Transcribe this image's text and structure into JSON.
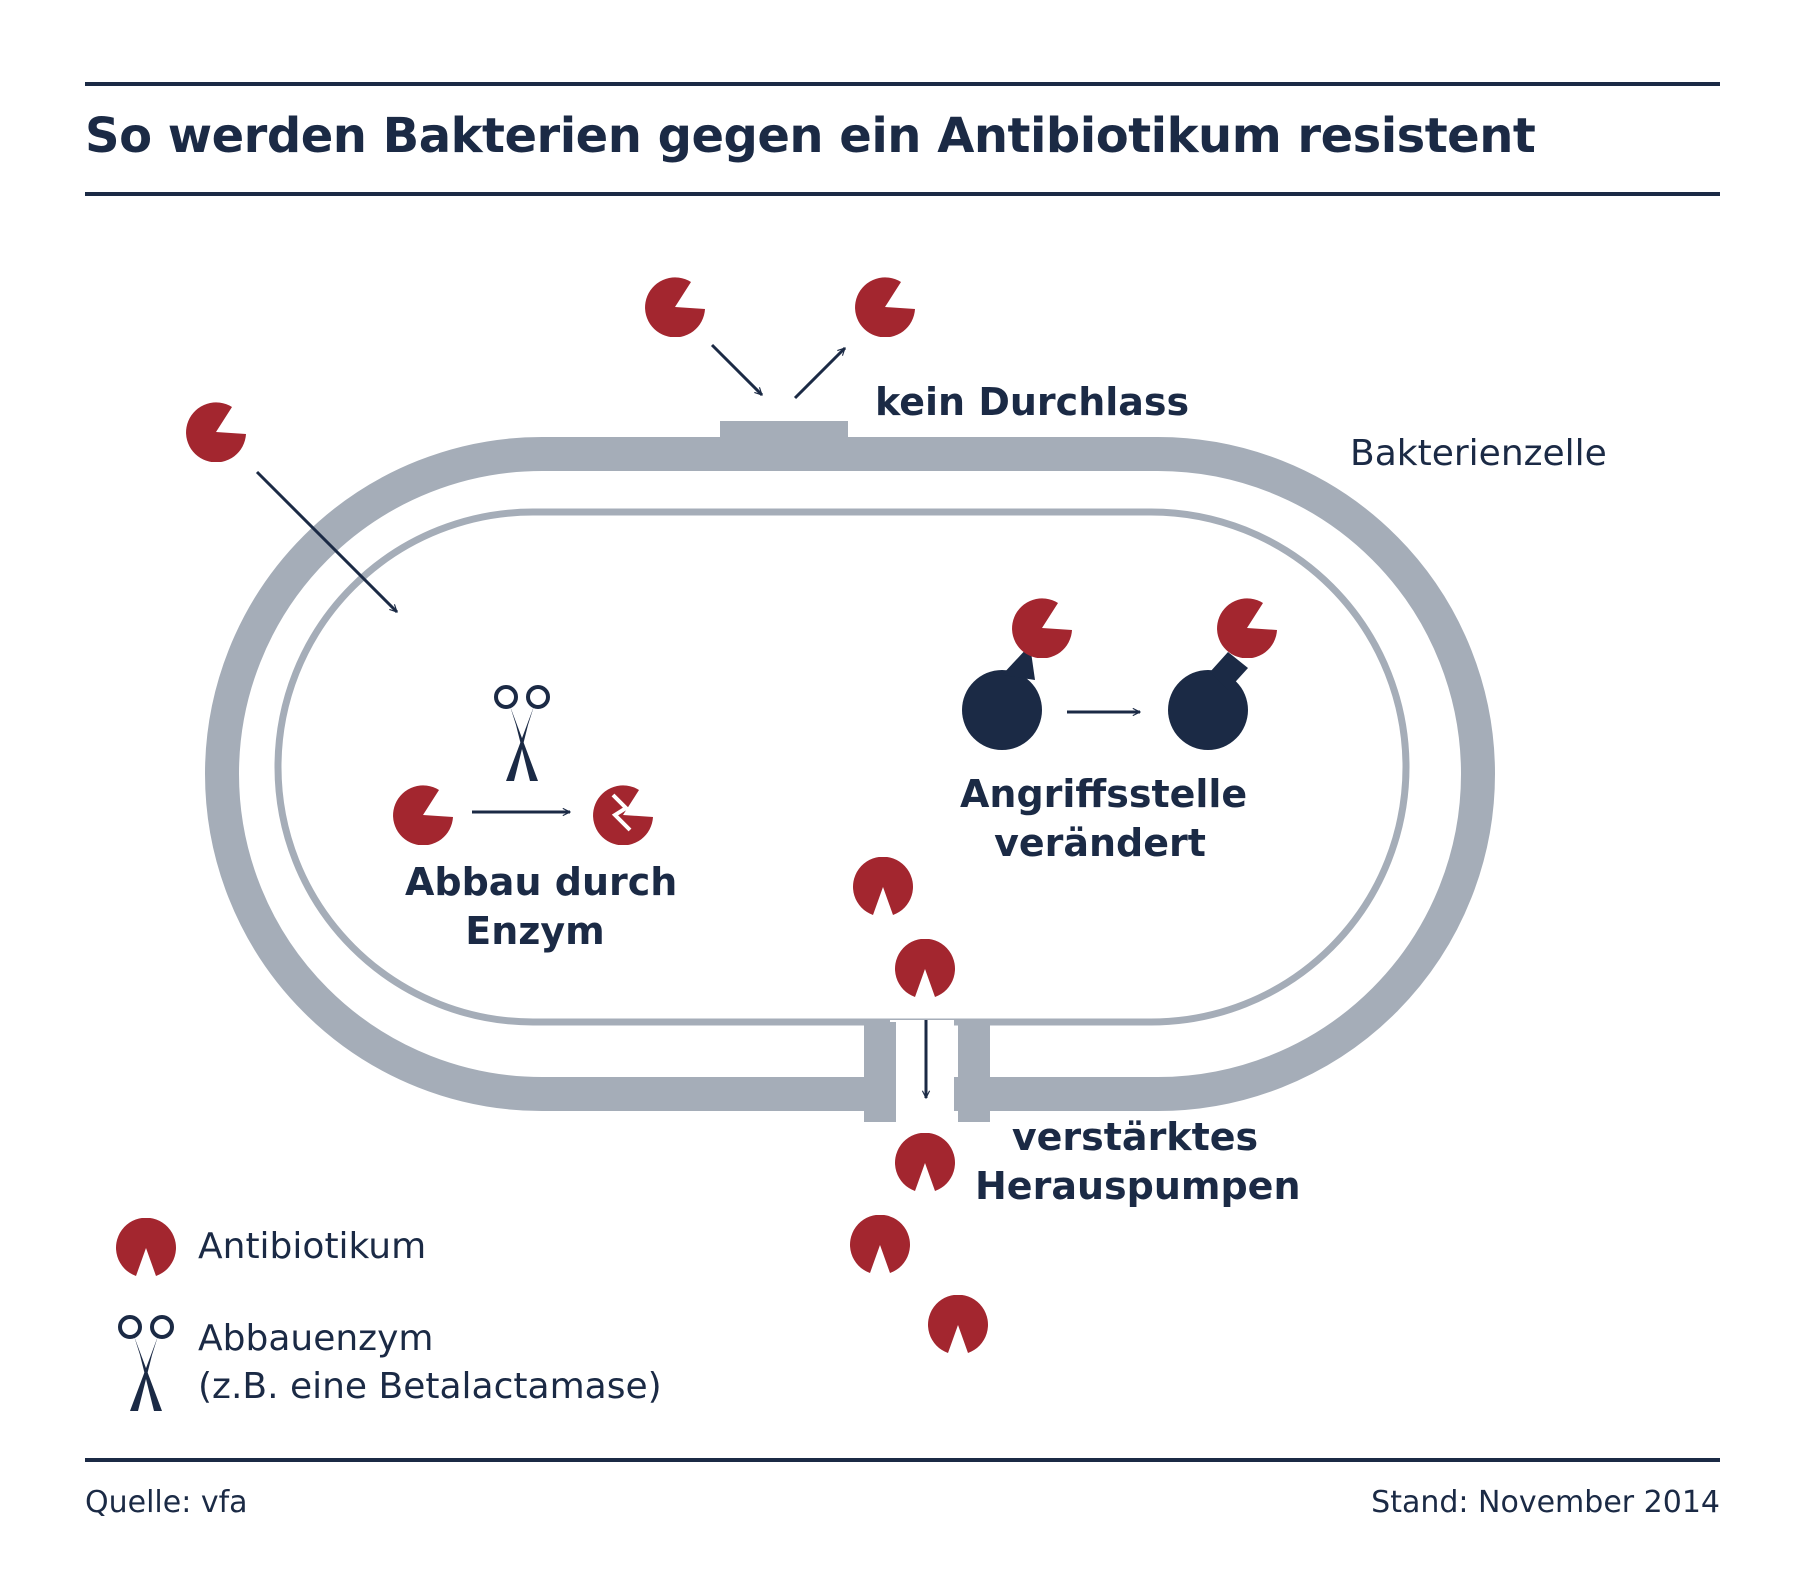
{
  "title": "So werden Bakterien gegen ein Antibiotikum resistent",
  "labels": {
    "cell": "Bakterienzelle",
    "no_passage": "kein Durchlass",
    "enzyme_line1": "Abbau durch",
    "enzyme_line2": "Enzym",
    "target_line1": "Angriffsstelle",
    "target_line2": "verändert",
    "pump_line1": "verstärktes",
    "pump_line2": "Herauspumpen"
  },
  "legend": {
    "antibiotic": "Antibiotikum",
    "enzyme_line1": "Abbauenzym",
    "enzyme_line2": "(z.B. eine Betalactamase)"
  },
  "footer": {
    "source": "Quelle: vfa",
    "date": "Stand: November 2014"
  },
  "colors": {
    "navy": "#1b2a45",
    "antibiotic_red": "#a3262f",
    "membrane_gray": "#a5adb8"
  },
  "icons": [
    "antibiotic-icon",
    "scissors-icon",
    "arrow-icon",
    "target-site-icon"
  ]
}
